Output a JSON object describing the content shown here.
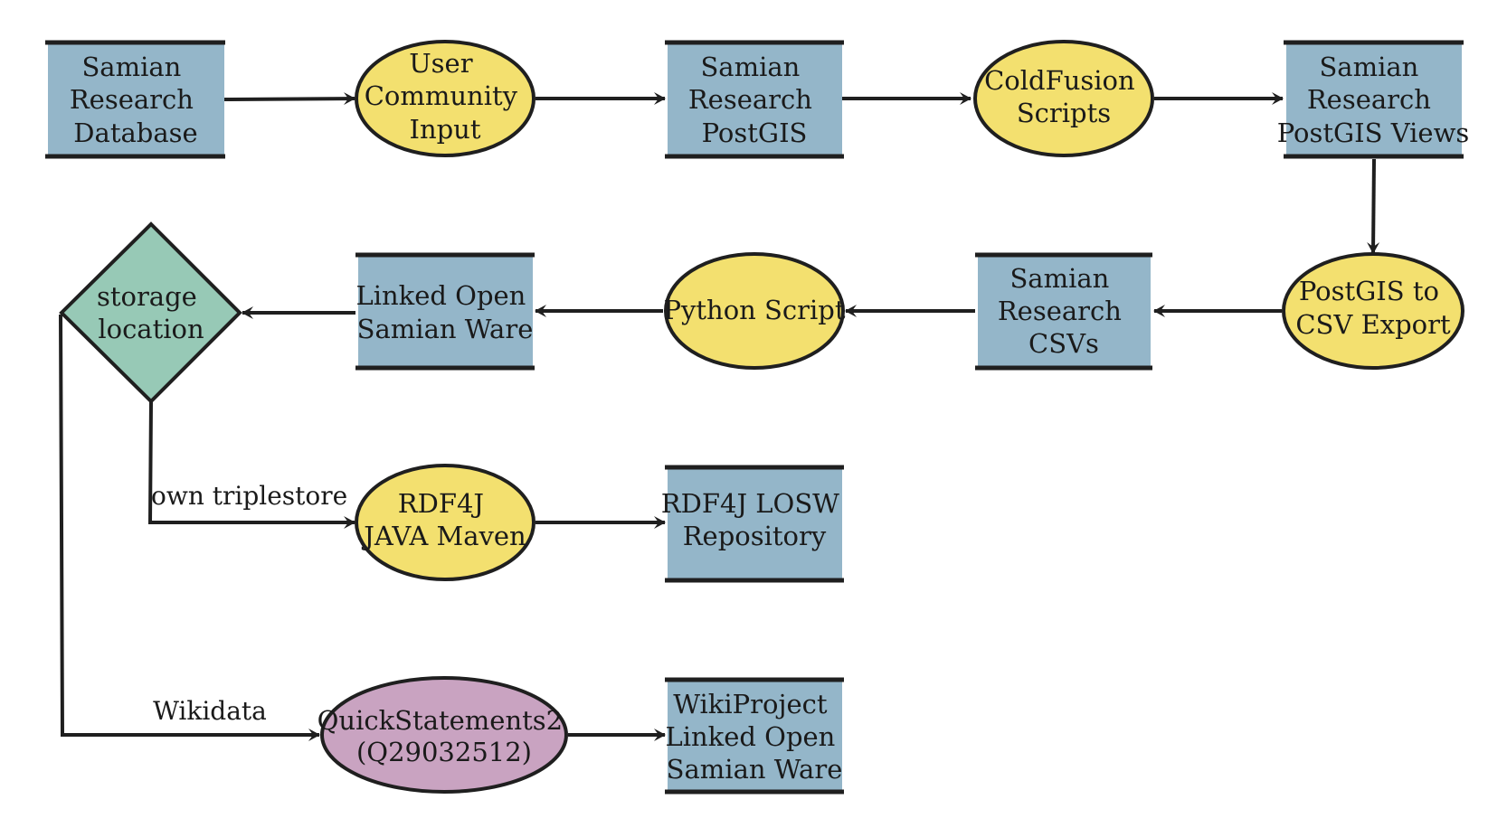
{
  "nodes": {
    "samian_research_database": {
      "lines": [
        "Samian",
        "Research",
        "Database"
      ]
    },
    "user_community_input": {
      "lines": [
        "User",
        "Community",
        "Input"
      ]
    },
    "samian_research_postgis": {
      "lines": [
        "Samian",
        "Research",
        "PostGIS"
      ]
    },
    "coldfusion_scripts": {
      "lines": [
        "ColdFusion",
        "Scripts"
      ]
    },
    "samian_research_postgis_views": {
      "lines": [
        "Samian",
        "Research",
        "PostGIS Views"
      ]
    },
    "postgis_to_csv_export": {
      "lines": [
        "PostGIS to",
        "CSV Export"
      ]
    },
    "samian_research_csvs": {
      "lines": [
        "Samian",
        "Research",
        "CSVs"
      ]
    },
    "python_script": {
      "lines": [
        "Python Script"
      ]
    },
    "linked_open_samian_ware": {
      "lines": [
        "Linked Open",
        "Samian Ware"
      ]
    },
    "storage_location": {
      "lines": [
        "storage",
        "location"
      ]
    },
    "rdf4j_java_maven": {
      "lines": [
        "RDF4J",
        "JAVA Maven"
      ]
    },
    "rdf4j_losw_repository": {
      "lines": [
        "RDF4J LOSW",
        "Repository"
      ]
    },
    "quickstatements2": {
      "lines": [
        "QuickStatements2",
        "(Q29032512)"
      ]
    },
    "wikiproject_losw": {
      "lines": [
        "WikiProject",
        "Linked Open",
        "Samian Ware"
      ]
    }
  },
  "edges": {
    "own_triplestore_label": "own triplestore",
    "wikidata_label": "Wikidata"
  },
  "colors": {
    "data_store": "#94b6c9",
    "process": "#f3e06f",
    "process_alt": "#c9a3c1",
    "decision": "#97c9b6",
    "stroke": "#1f1f1f"
  }
}
